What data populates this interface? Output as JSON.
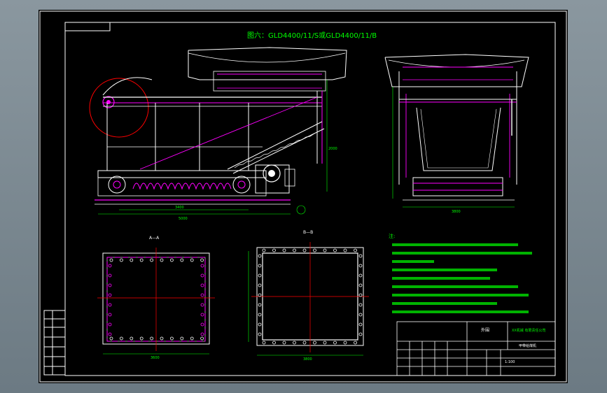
{
  "drawing": {
    "title": "图六：GLD4400/11/S或GLD4400/11/B",
    "section_left": "A—A",
    "section_right": "B—B",
    "notes_heading": "注:",
    "dimensions": {
      "bottom_main": "5000",
      "bottom_sub": "3400",
      "side_height": "2000",
      "right_width": "3800",
      "aa_width": "3600",
      "bb_width": "3800"
    },
    "title_block": {
      "label_outer": "外围",
      "company": "XX机械 有限责任公司",
      "product": "甲带给煤机",
      "scale": "1:100"
    }
  },
  "colors": {
    "border": "#00ff00",
    "structure": "#ffffff",
    "highlight": "#ff00ff",
    "centerline": "#ff0000",
    "text": "#00ff00"
  }
}
